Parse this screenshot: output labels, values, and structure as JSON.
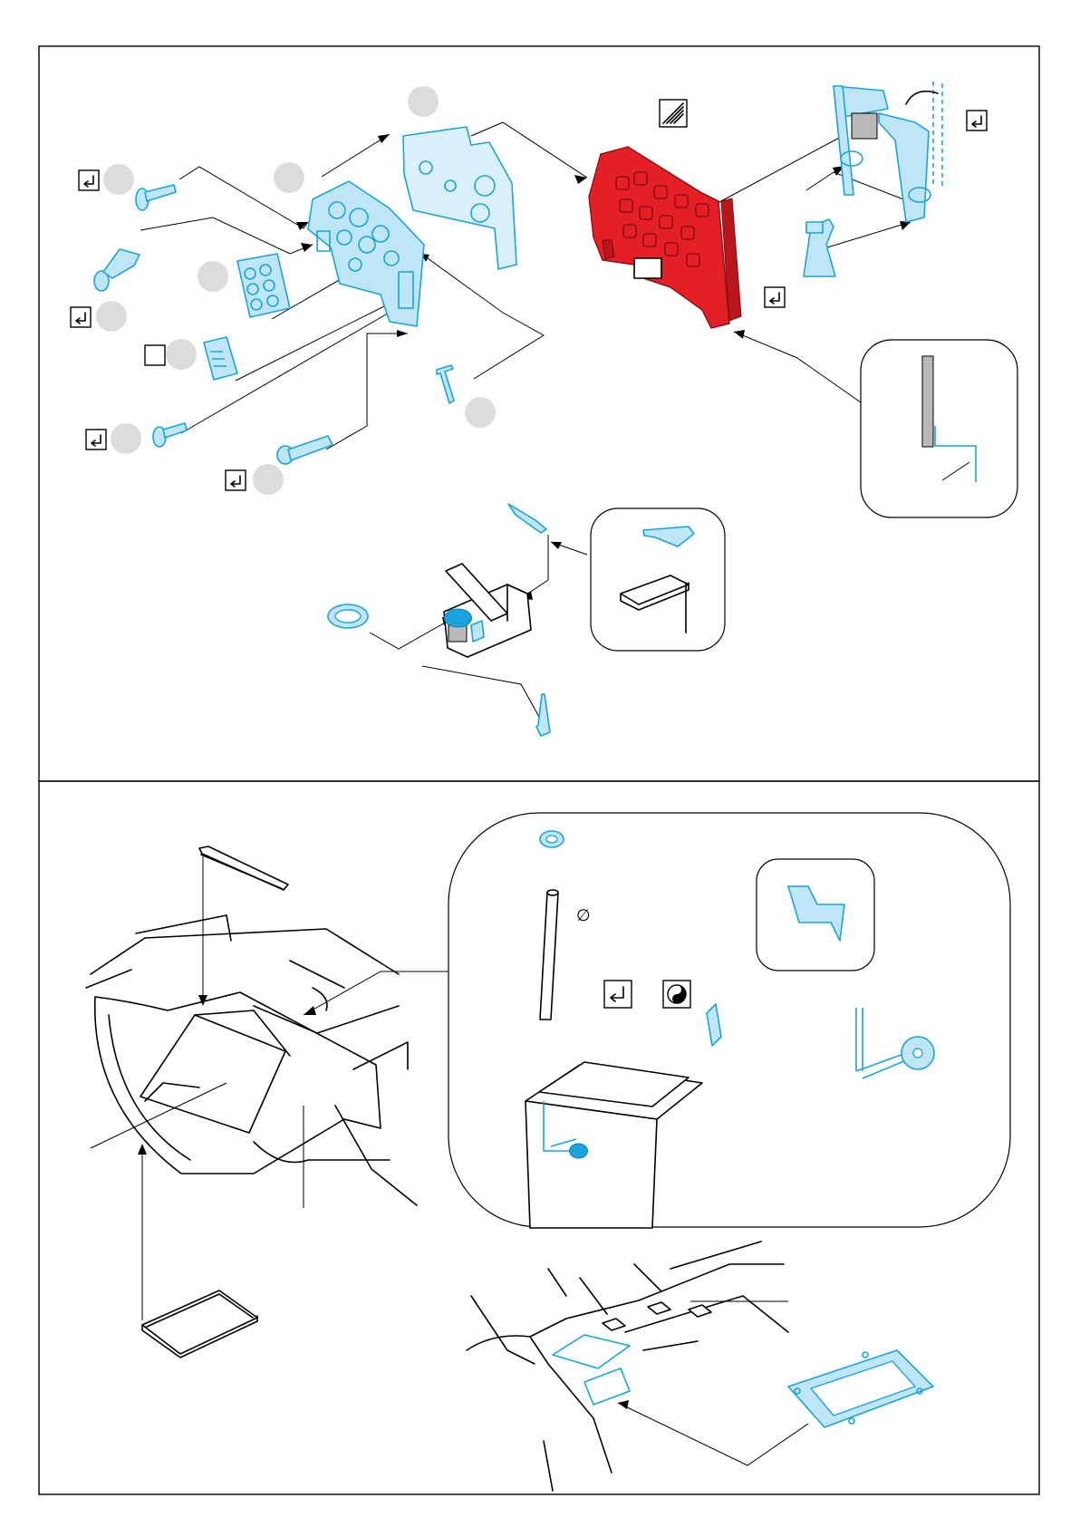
{
  "sheet": {
    "background": "#ffffff",
    "line_color": "#000000",
    "photo_etch_color": "#1aa3dd",
    "photo_etch_fill": "#bfe6f7",
    "highlight_part_color": "#e41f26",
    "number_badge_color": "#dcdcdc"
  },
  "symbols": {
    "bend": "bend-symbol",
    "fold": "fold-symbol",
    "remove": "yin-yang-symbol",
    "diameter": "∅",
    "diagonal_hatch": "hatch-symbol"
  },
  "panels": [
    {
      "id": "top-panel",
      "content": "instrument-panel-and-gunsight-assembly"
    },
    {
      "id": "bottom-panel",
      "content": "cockpit-tub-and-seat-assembly"
    }
  ]
}
